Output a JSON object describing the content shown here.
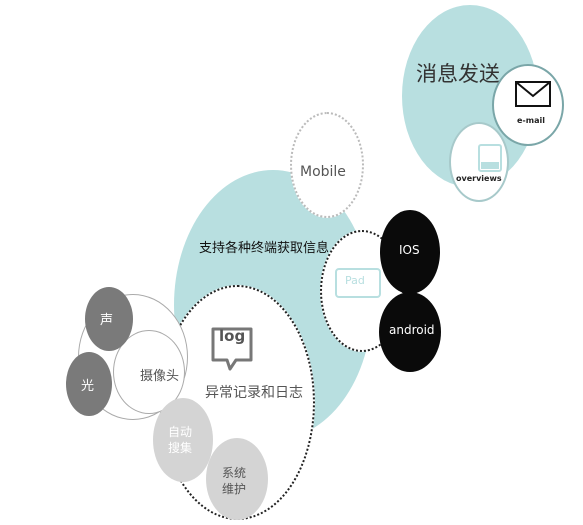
{
  "message_send": {
    "title": "消息发送",
    "email_label": "e-mail",
    "overviews_label": "overviews"
  },
  "terminals": {
    "title": "支持各种终端获取信息",
    "mobile_label": "Mobile",
    "pad_label": "Pad",
    "ios_label": "IOS",
    "android_label": "android"
  },
  "logging": {
    "log_icon_text": "log",
    "title": "异常记录和日志"
  },
  "sensors": {
    "sound_label": "声",
    "light_label": "光",
    "camera_label": "摄像头"
  },
  "features": {
    "auto_collect_label": "自动\n搜集",
    "system_maintenance_label": "系统\n维护"
  },
  "colors": {
    "teal": "#b8dfe0",
    "dark_circle": "#7a7a7a",
    "black_circle": "#0a0a0a",
    "light_gray_circle": "#d4d4d4"
  }
}
